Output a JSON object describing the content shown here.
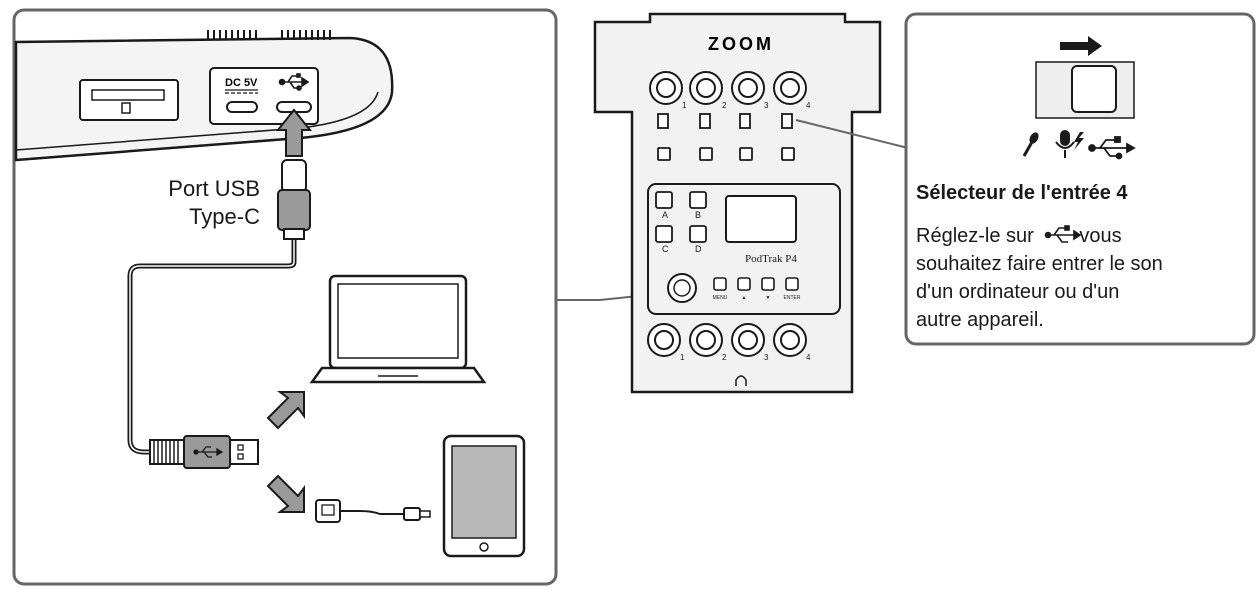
{
  "device": {
    "brand": "ZOOM",
    "model": "PodTrak P4",
    "port_dc": "DC 5V",
    "buttons": [
      "A",
      "B",
      "C",
      "D"
    ],
    "knob_numbers": [
      "1",
      "2",
      "3",
      "4"
    ],
    "control_labels": [
      "MENU",
      "▲",
      "▼",
      "ENTER"
    ]
  },
  "labels": {
    "port_line1": "Port USB",
    "port_line2": "Type-C"
  },
  "selector": {
    "title": "Sélecteur de l'entrée 4",
    "line1_pre": "Réglez-le sur ",
    "line1_post": "vous",
    "line2": "souhaitez faire entrer le son",
    "line3": "d'un ordinateur ou d'un",
    "line4": "autre appareil."
  },
  "icons": [
    "arrow-right-icon",
    "mic-icon",
    "mic-power-icon",
    "usb-icon",
    "laptop-icon",
    "tablet-icon",
    "usb-plug-icon",
    "headphone-icon"
  ],
  "colors": {
    "line": "#1a1a1a",
    "device_fill": "#f2f2f2",
    "panel_border": "#666666",
    "cable_gray": "#9a9a9a"
  }
}
